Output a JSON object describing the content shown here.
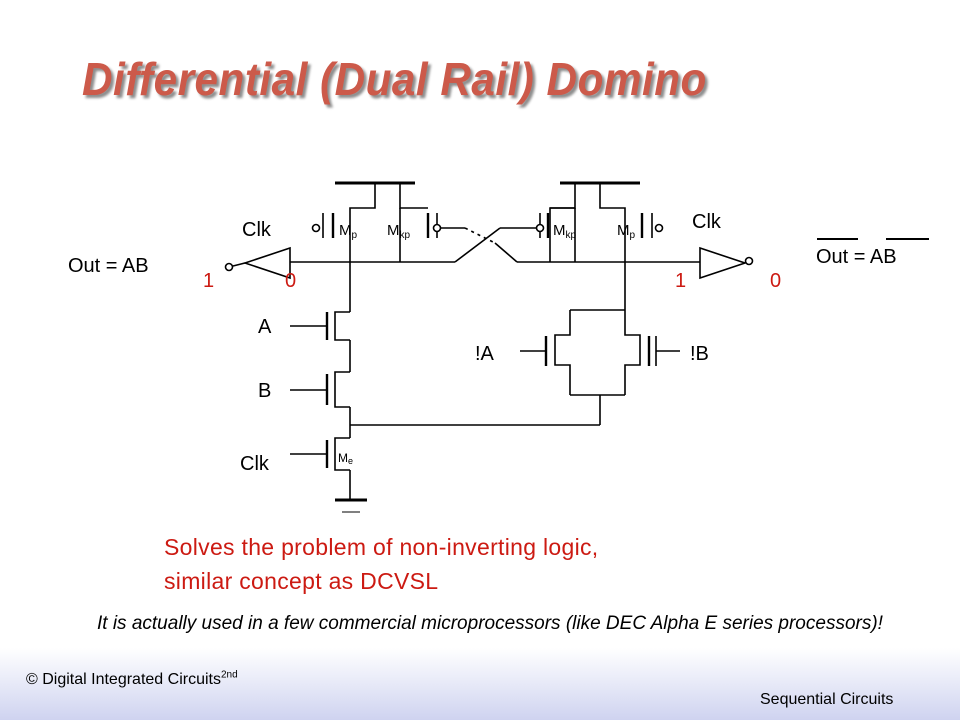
{
  "slide": {
    "title": "Differential (Dual Rail) Domino",
    "caption_line1": "Solves the problem of non-inverting logic,",
    "caption_line2": "similar concept as DCVSL",
    "note": "It is actually used in a few commercial microprocessors (like DEC Alpha E series processors)!",
    "footer_left": "© Digital Integrated Circuits",
    "footer_left_sup": "2nd",
    "footer_right": "Sequential Circuits"
  },
  "circuit": {
    "labels": {
      "out_left": "Out = AB",
      "out_right": "Out = AB",
      "clk_left_top": "Clk",
      "clk_right_top": "Clk",
      "clk_bottom": "Clk",
      "input_a": "A",
      "input_b": "B",
      "input_not_a": "!A",
      "input_not_b": "!B",
      "left_inv_in": "0",
      "left_inv_out": "1",
      "right_inv_in": "1",
      "right_inv_out": "0",
      "mp_left": "M",
      "mp_left_sub": "p",
      "mkp_left": "M",
      "mkp_left_sub": "kp",
      "mkp_right": "M",
      "mkp_right_sub": "kp",
      "mp_right": "M",
      "mp_right_sub": "p",
      "me": "M",
      "me_sub": "e"
    },
    "colors": {
      "wire": "#000000",
      "logic_value": "#cc1a12"
    }
  }
}
